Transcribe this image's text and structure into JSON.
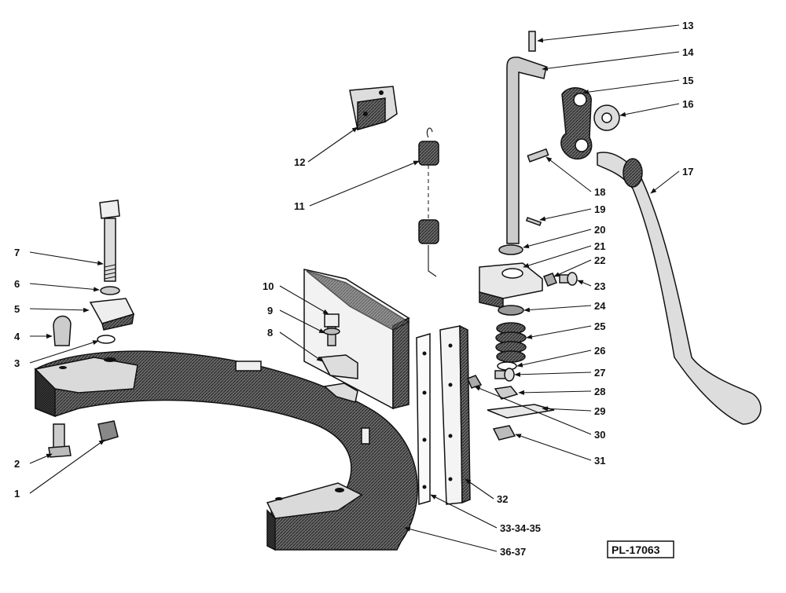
{
  "drawing_ref": "PL-17063",
  "labels": {
    "l1": "1",
    "l2": "2",
    "l3": "3",
    "l4": "4",
    "l5": "5",
    "l6": "6",
    "l7": "7",
    "l8": "8",
    "l9": "9",
    "l10": "10",
    "l11": "11",
    "l12": "12",
    "l13": "13",
    "l14": "14",
    "l15": "15",
    "l16": "16",
    "l17": "17",
    "l18": "18",
    "l19": "19",
    "l20": "20",
    "l21": "21",
    "l22": "22",
    "l23": "23",
    "l24": "24",
    "l25": "25",
    "l26": "26",
    "l27": "27",
    "l28": "28",
    "l29": "29",
    "l30": "30",
    "l31": "31",
    "l32": "32",
    "l33": "33-34-35",
    "l36": "36-37"
  }
}
